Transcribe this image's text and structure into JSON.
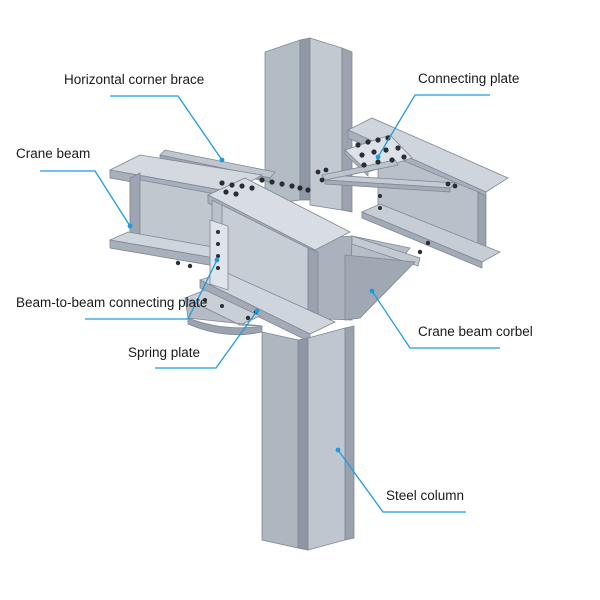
{
  "labels": {
    "horizontal_corner_brace": "Horizontal corner brace",
    "connecting_plate": "Connecting plate",
    "crane_beam": "Crane beam",
    "beam_to_beam_connecting_plate": "Beam-to-beam connecting plate",
    "crane_beam_corbel": "Crane beam corbel",
    "spring_plate": "Spring plate",
    "steel_column": "Steel column"
  },
  "colors": {
    "leader": "#1e9be0",
    "steel_light": "#c5ccd4",
    "steel_mid": "#aeb6c0",
    "steel_dark": "#939ca8",
    "bolt": "#2a2d33",
    "edge": "#7f8894"
  }
}
